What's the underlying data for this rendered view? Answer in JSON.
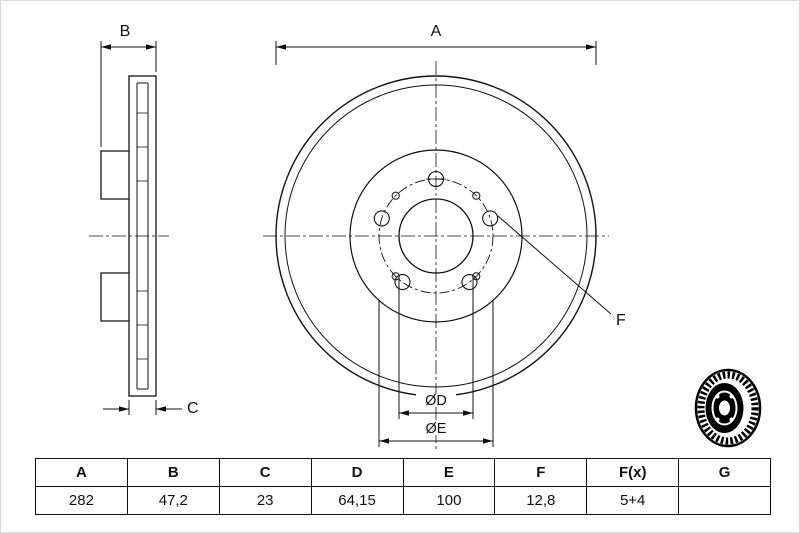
{
  "drawing": {
    "dim_a_label": "A",
    "dim_b_label": "B",
    "dim_c_label": "C",
    "dim_d_label": "ØD",
    "dim_e_label": "ØE",
    "dim_f_label": "F"
  },
  "table": {
    "headers": [
      "A",
      "B",
      "C",
      "D",
      "E",
      "F",
      "F(x)",
      "G"
    ],
    "values": [
      "282",
      "47,2",
      "23",
      "64,15",
      "100",
      "12,8",
      "5+4",
      ""
    ]
  }
}
